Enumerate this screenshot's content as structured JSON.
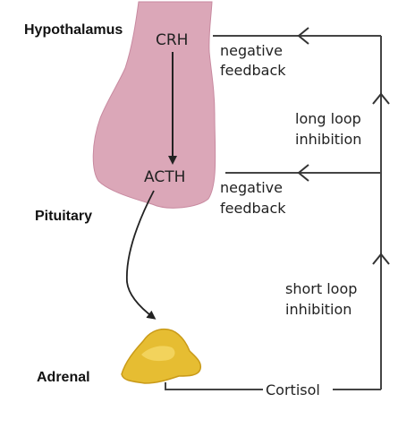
{
  "labels": {
    "hypothalamus": "Hypothalamus",
    "pituitary": "Pituitary",
    "adrenal": "Adrenal"
  },
  "hormones": {
    "crh": "CRH",
    "acth": "ACTH",
    "cortisol": "Cortisol"
  },
  "feedback": {
    "negative_feedback_top": [
      "negative",
      "feedback"
    ],
    "negative_feedback_mid": [
      "negative",
      "feedback"
    ],
    "long_loop": [
      "long loop",
      "inhibition"
    ],
    "short_loop": [
      "short loop",
      "inhibition"
    ]
  },
  "colors": {
    "gland_fill": "#dba7b8",
    "gland_stroke": "#c88aa0",
    "adrenal_fill": "#e6bd32",
    "adrenal_stroke": "#c99a18",
    "line": "#444444"
  }
}
